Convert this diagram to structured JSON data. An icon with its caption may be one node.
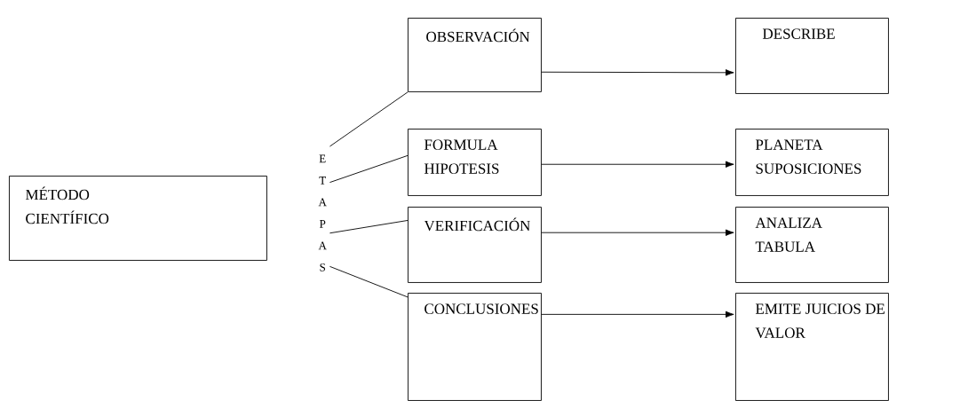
{
  "diagram": {
    "nodes": [
      {
        "text": [
          "MÉTODO CIENTÍFICO"
        ]
      },
      {
        "text": [
          "E T A P A S"
        ]
      },
      {
        "text": [
          "OBSERVACIÓN"
        ]
      },
      {
        "text": [
          "DESCRIBE"
        ]
      },
      {
        "text": [
          "FORMULA HIPOTESIS"
        ]
      },
      {
        "text": [
          "PLANETA SUPOSICIONES"
        ]
      },
      {
        "text": [
          "VERIFICACIÓN"
        ]
      },
      {
        "text": [
          "ANALIZA TABULA"
        ]
      },
      {
        "text": [
          "CONCLUSIONES"
        ]
      },
      {
        "text": [
          "EMITE JUICIOS DE VALOR"
        ]
      }
    ],
    "edges": [
      {
        "from": 1,
        "to": 2,
        "arrow": "none"
      },
      {
        "from": 1,
        "to": 4,
        "arrow": "none"
      },
      {
        "from": 1,
        "to": 6,
        "arrow": "none"
      },
      {
        "from": 1,
        "to": 8,
        "arrow": "none"
      },
      {
        "from": 2,
        "to": 3,
        "arrow": "to"
      },
      {
        "from": 4,
        "to": 5,
        "arrow": "to"
      },
      {
        "from": 6,
        "to": 7,
        "arrow": "to"
      },
      {
        "from": 8,
        "to": 9,
        "arrow": "to"
      }
    ]
  }
}
